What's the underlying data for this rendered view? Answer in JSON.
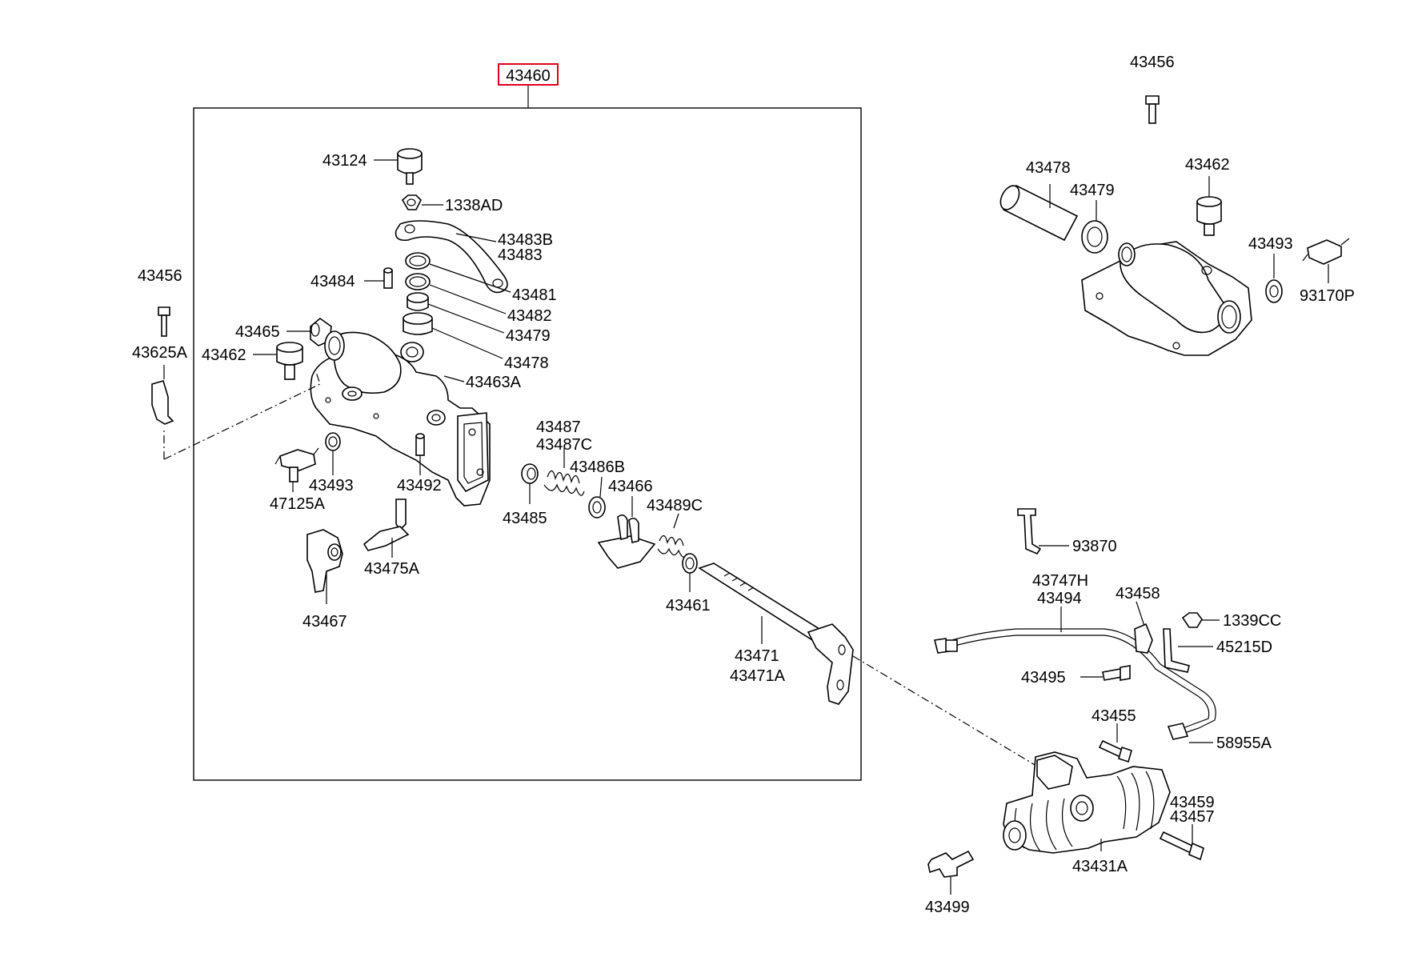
{
  "diagram": {
    "selected_part": "43460",
    "highlight_color": "#e0001b",
    "labels": {
      "p43460": "43460",
      "p43124": "43124",
      "p1338AD": "1338AD",
      "p43483B": "43483B",
      "p43483": "43483",
      "p43481": "43481",
      "p43482": "43482",
      "p43479a": "43479",
      "p43478a": "43478",
      "p43463A": "43463A",
      "p43484": "43484",
      "p43465": "43465",
      "p43462a": "43462",
      "p43456a": "43456",
      "p43625A": "43625A",
      "p43493a": "43493",
      "p47125A": "47125A",
      "p43492": "43492",
      "p43485": "43485",
      "p43487": "43487",
      "p43487C": "43487C",
      "p43486B": "43486B",
      "p43466": "43466",
      "p43489C": "43489C",
      "p43475A": "43475A",
      "p43467": "43467",
      "p43461": "43461",
      "p43471": "43471",
      "p43471A": "43471A",
      "p43456b": "43456",
      "p43478b": "43478",
      "p43479b": "43479",
      "p43462b": "43462",
      "p43493b": "43493",
      "p93170P": "93170P",
      "p93870": "93870",
      "p43747H": "43747H",
      "p43494": "43494",
      "p43458": "43458",
      "p1339CC": "1339CC",
      "p45215D": "45215D",
      "p43495": "43495",
      "p43455": "43455",
      "p58955A": "58955A",
      "p43459": "43459",
      "p43457": "43457",
      "p43431A": "43431A",
      "p43499": "43499"
    }
  }
}
